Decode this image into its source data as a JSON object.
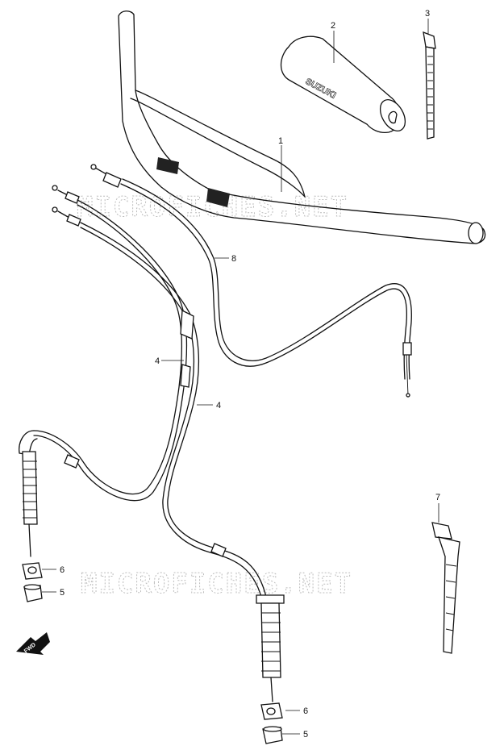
{
  "watermarks": [
    "MICROFICHES.NET",
    "MICROFICHES.NET"
  ],
  "callouts": [
    {
      "id": "callout-1",
      "label": "1"
    },
    {
      "id": "callout-2",
      "label": "2"
    },
    {
      "id": "callout-3",
      "label": "3"
    },
    {
      "id": "callout-4a",
      "label": "4"
    },
    {
      "id": "callout-4b",
      "label": "4"
    },
    {
      "id": "callout-5a",
      "label": "5"
    },
    {
      "id": "callout-5b",
      "label": "5"
    },
    {
      "id": "callout-6a",
      "label": "6"
    },
    {
      "id": "callout-6b",
      "label": "6"
    },
    {
      "id": "callout-7",
      "label": "7"
    },
    {
      "id": "callout-8",
      "label": "8"
    }
  ],
  "pad_brand": "SUZUKI",
  "fwd_label": "FWD"
}
